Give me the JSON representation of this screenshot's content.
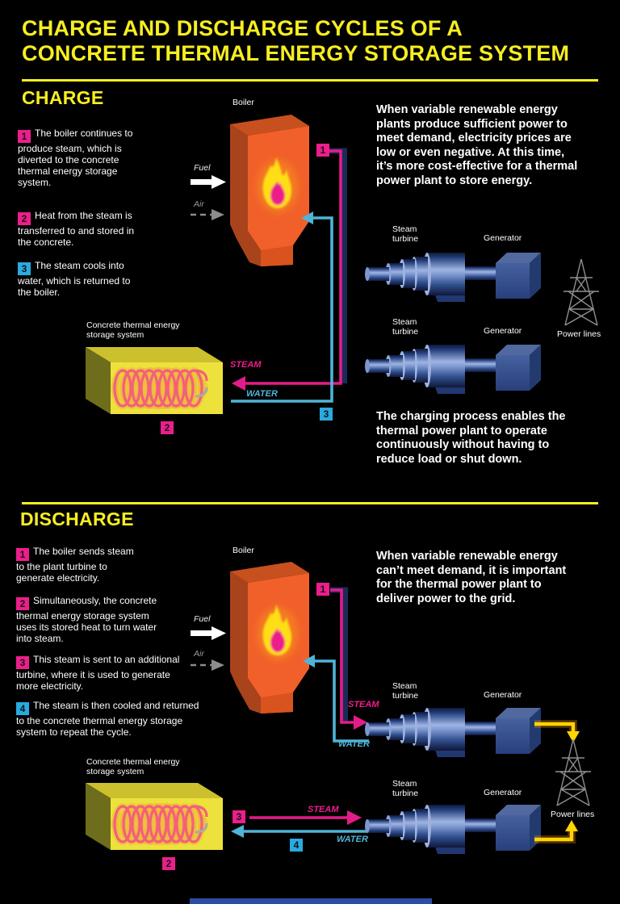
{
  "title": {
    "line1": "CHARGE AND DISCHARGE CYCLES OF A",
    "line2": "CONCRETE THERMAL ENERGY STORAGE SYSTEM"
  },
  "palette": {
    "accent_yellow": "#F7EE21",
    "pink": "#EC1E8C",
    "badge_blue": "#29ABE2",
    "water_cyan": "#4FB4D6",
    "boiler_orange": "#F1602A",
    "flame_yellow": "#FFDE17",
    "turbine_blue": "#35549B",
    "storage_yellow": "#EDE23B",
    "power_arrow_yellow": "#FFD400",
    "tower_gray": "#8F8F8F",
    "text_white": "#FFFFFF",
    "background": "#000000"
  },
  "labels": {
    "boiler": "Boiler",
    "fuel": "Fuel",
    "air": "Air",
    "steam": "STEAM",
    "water": "WATER",
    "steam_turbine": "Steam\nturbine",
    "generator": "Generator",
    "power_lines": "Power lines",
    "storage": "Concrete thermal energy\nstorage system"
  },
  "charge": {
    "heading": "CHARGE",
    "steps": [
      {
        "num": "1",
        "text": "The boiler continues to\nproduce steam, which is\ndiverted to the concrete\nthermal energy storage\nsystem."
      },
      {
        "num": "2",
        "text": "Heat from the steam is\ntransferred to and stored in\nthe concrete."
      },
      {
        "num": "3",
        "text": "The steam cools into\nwater, which is returned to\nthe boiler."
      }
    ],
    "intro": "When variable renewable energy\nplants produce sufficient power to\nmeet demand, electricity prices are\nlow or even negative. At this time,\nit’s more cost-effective for a thermal\npower plant to store energy.",
    "outro": "The charging process enables the\nthermal power plant to operate\ncontinuously without having to\nreduce load or shut down.",
    "flow_badges": {
      "steam_from_boiler": "1",
      "storage": "2",
      "water_return": "3"
    }
  },
  "discharge": {
    "heading": "DISCHARGE",
    "steps": [
      {
        "num": "1",
        "text": "The boiler sends steam\nto the plant turbine to\ngenerate electricity."
      },
      {
        "num": "2",
        "text": "Simultaneously, the concrete\nthermal energy storage system\nuses its stored heat to turn water\ninto steam."
      },
      {
        "num": "3",
        "text": "This steam is sent to an additional\nturbine, where it is used to generate\nmore electricity."
      },
      {
        "num": "4",
        "text": "The steam is then cooled and returned\nto the concrete thermal energy storage\nsystem to repeat the cycle."
      }
    ],
    "intro": "When variable renewable energy\ncan’t meet demand, it is important\nfor the thermal power plant to\ndeliver power to the grid.",
    "flow_badges": {
      "steam_from_boiler": "1",
      "storage": "2",
      "steam_out": "3",
      "water_return": "4"
    }
  }
}
